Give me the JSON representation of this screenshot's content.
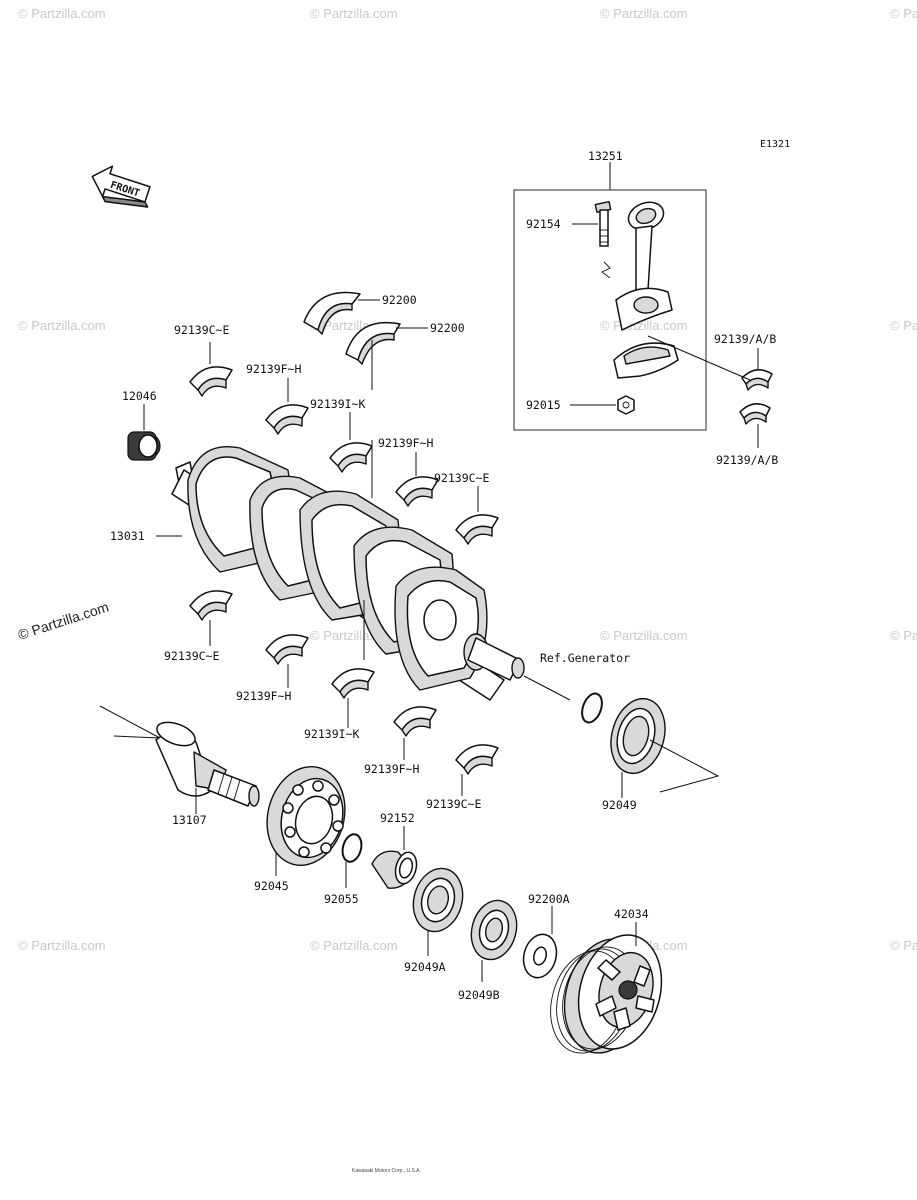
{
  "diagram_id": "E1321",
  "front_label": "FRONT",
  "watermark": "© Partzilla.com",
  "copyright": "Kawasaki Motors Corp., U.S.A.",
  "labels": {
    "p13251": "13251",
    "p92154": "92154",
    "p92015": "92015",
    "p92139_ab_1": "92139/A/B",
    "p92139_ab_2": "92139/A/B",
    "p92200_1": "92200",
    "p92200_2": "92200",
    "p92139ce_1": "92139C~E",
    "p92139fh_1": "92139F~H",
    "p92139ik_1": "92139I~K",
    "p92139fh_2": "92139F~H",
    "p92139ce_2": "92139C~E",
    "p12046": "12046",
    "p13031": "13031",
    "p92139ce_3": "92139C~E",
    "p92139fh_3": "92139F~H",
    "p92139ik_2": "92139I~K",
    "p92139fh_4": "92139F~H",
    "p92139ce_4": "92139C~E",
    "ref_generator": "Ref.Generator",
    "p92049": "92049",
    "p13107": "13107",
    "p92152": "92152",
    "p92045": "92045",
    "p92055": "92055",
    "p92049a": "92049A",
    "p92049b": "92049B",
    "p92200a": "92200A",
    "p42034": "42034"
  }
}
